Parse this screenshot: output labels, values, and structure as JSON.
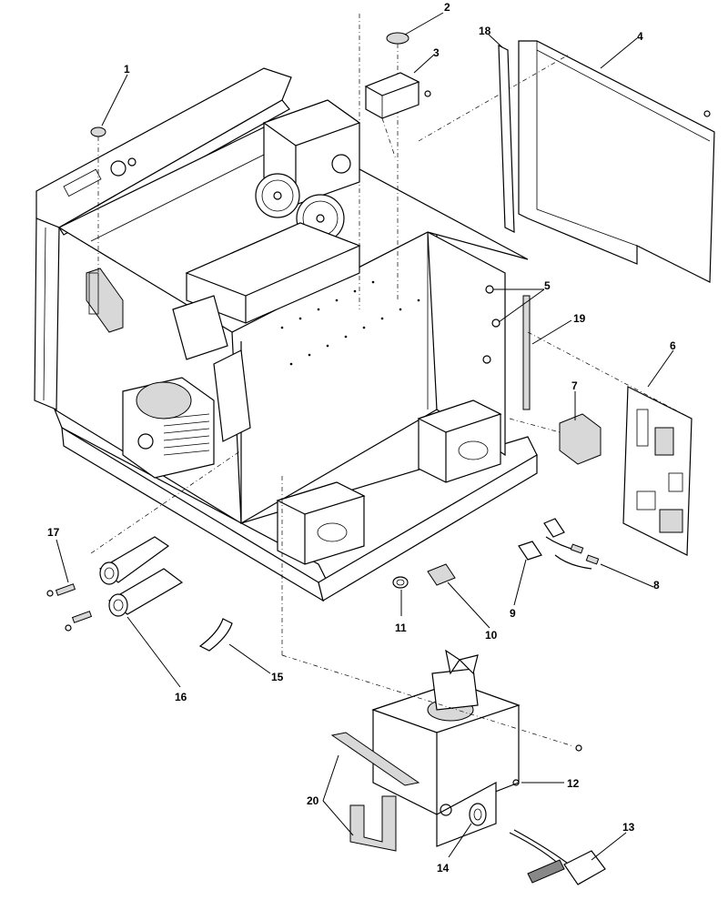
{
  "callouts": [
    {
      "id": "1",
      "label": "1"
    },
    {
      "id": "2",
      "label": "2"
    },
    {
      "id": "3",
      "label": "3"
    },
    {
      "id": "4",
      "label": "4"
    },
    {
      "id": "5",
      "label": "5"
    },
    {
      "id": "6",
      "label": "6"
    },
    {
      "id": "7",
      "label": "7"
    },
    {
      "id": "8",
      "label": "8"
    },
    {
      "id": "9",
      "label": "9"
    },
    {
      "id": "10",
      "label": "10"
    },
    {
      "id": "11",
      "label": "11"
    },
    {
      "id": "12",
      "label": "12"
    },
    {
      "id": "13",
      "label": "13"
    },
    {
      "id": "14",
      "label": "14"
    },
    {
      "id": "15",
      "label": "15"
    },
    {
      "id": "16",
      "label": "16"
    },
    {
      "id": "17",
      "label": "17"
    },
    {
      "id": "18",
      "label": "18"
    },
    {
      "id": "19",
      "label": "19"
    },
    {
      "id": "20",
      "label": "20"
    }
  ],
  "colors": {
    "line": "#000000",
    "background": "#ffffff",
    "shade": "#d8d8d8",
    "dark": "#888888"
  }
}
